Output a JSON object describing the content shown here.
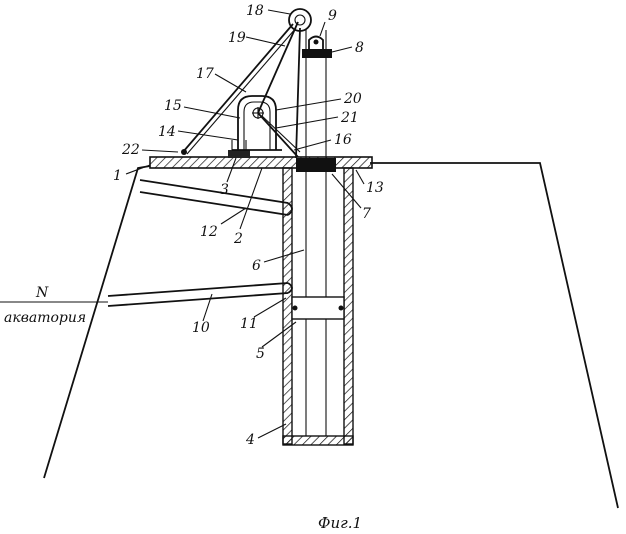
{
  "labels": {
    "l1": "1",
    "l2": "2",
    "l3": "3",
    "l4": "4",
    "l5": "5",
    "l6": "6",
    "l7": "7",
    "l8": "8",
    "l9": "9",
    "l10": "10",
    "l11": "11",
    "l12": "12",
    "l13": "13",
    "l14": "14",
    "l15": "15",
    "l16": "16",
    "l17": "17",
    "l18": "18",
    "l19": "19",
    "l20": "20",
    "l21": "21",
    "l22": "22"
  },
  "north_label": "N",
  "water_label": "акватория",
  "caption": "Фиг.1"
}
